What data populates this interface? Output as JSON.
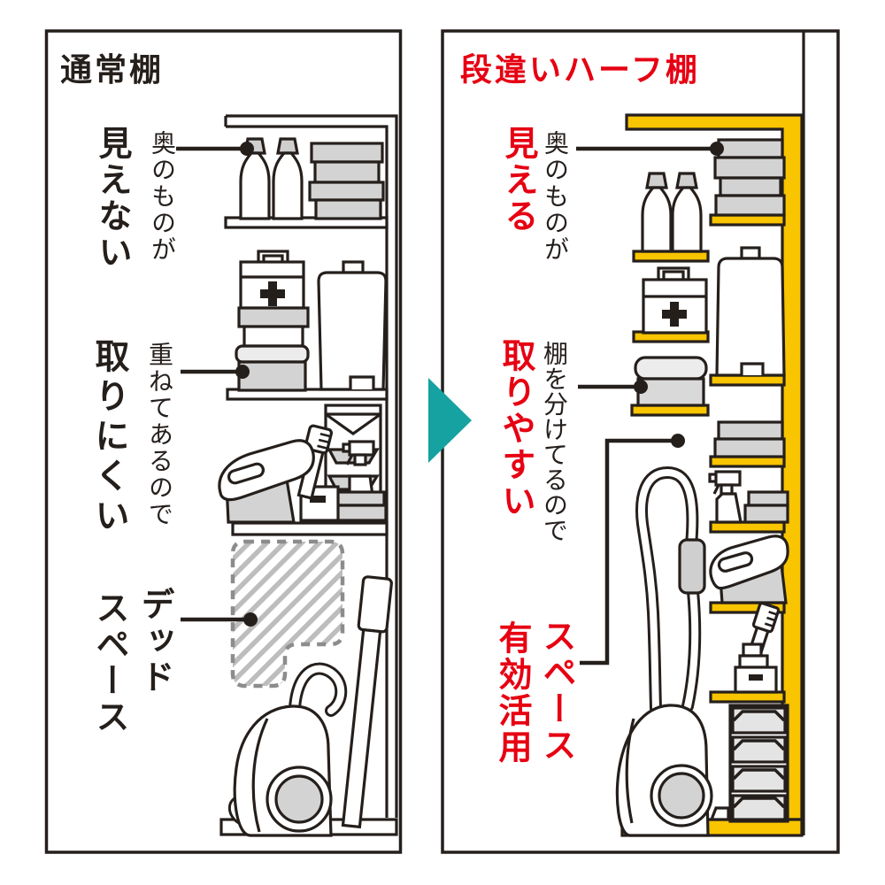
{
  "left_panel": {
    "title": "通常棚",
    "label_back_sub": "奥のものが",
    "label_back_main": "見えない",
    "label_stack_sub": "重ねてあるので",
    "label_stack_main": "取りにくい",
    "label_dead_line1": "デッド",
    "label_dead_line2": "スペース"
  },
  "right_panel": {
    "title": "段違いハーフ棚",
    "label_back_sub": "奥のものが",
    "label_back_main": "見える",
    "label_divided_sub": "棚を分けてるので",
    "label_divided_main": "取りやすい",
    "label_space_line1": "スペース",
    "label_space_line2": "有効活用"
  },
  "colors": {
    "accent_red": "#e60012",
    "shelf_yellow": "#f9c400",
    "arrow_teal": "#15a2a1",
    "outline_black": "#251f1c",
    "box_gray": "#d3d3d3"
  }
}
